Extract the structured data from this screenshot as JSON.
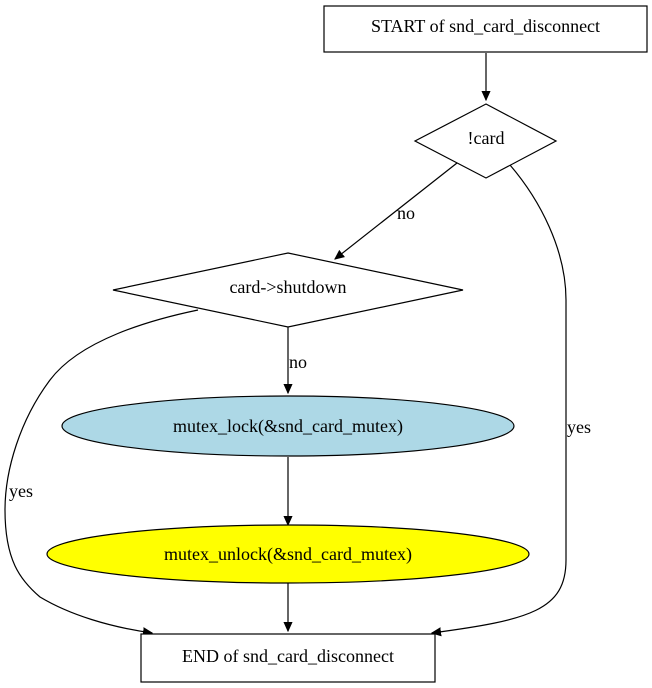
{
  "nodes": {
    "start": {
      "label": "START of snd_card_disconnect",
      "shape": "box",
      "fill": "#ffffff"
    },
    "cond_card": {
      "label": "!card",
      "shape": "diamond",
      "fill": "#ffffff"
    },
    "cond_shutdown": {
      "label": "card->shutdown",
      "shape": "diamond",
      "fill": "#ffffff"
    },
    "mutex_lock": {
      "label": "mutex_lock(&snd_card_mutex)",
      "shape": "ellipse",
      "fill": "#add8e6"
    },
    "mutex_unlock": {
      "label": "mutex_unlock(&snd_card_mutex)",
      "shape": "ellipse",
      "fill": "#ffff00"
    },
    "end": {
      "label": "END of snd_card_disconnect",
      "shape": "box",
      "fill": "#ffffff"
    }
  },
  "edges": {
    "card_no": "no",
    "card_yes": "yes",
    "shutdown_no": "no",
    "shutdown_yes": "yes"
  }
}
